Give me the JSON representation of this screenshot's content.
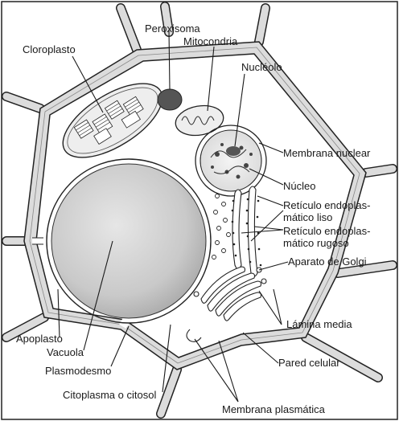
{
  "labels": {
    "peroxisoma": "Peroxisoma",
    "mitocondria": "Mitocondria",
    "cloroplasto": "Cloroplasto",
    "nucleolo": "Nucléolo",
    "membrana_nuclear": "Membrana nuclear",
    "nucleo": "Núcleo",
    "reticulo_liso_1": "Retículo endoplas-",
    "reticulo_liso_2": "mático liso",
    "reticulo_rugoso_1": "Retículo endoplas-",
    "reticulo_rugoso_2": "mático rugoso",
    "golgi": "Aparato de Golgi",
    "lamina_media": "Lámina media",
    "pared_celular": "Pared celular",
    "apoplasto": "Apoplasto",
    "vacuola": "Vacuola",
    "plasmodesmo": "Plasmodesmo",
    "citoplasma": "Citoplasma o citosol",
    "membrana_plasmatica": "Membrana plasmática"
  },
  "colors": {
    "cell_wall": "#d6d6d6",
    "cytoplasm": "#ffffff",
    "vacuole": "#c8c8c8",
    "organelle_dark": "#555555",
    "line": "#1a1a1a"
  }
}
